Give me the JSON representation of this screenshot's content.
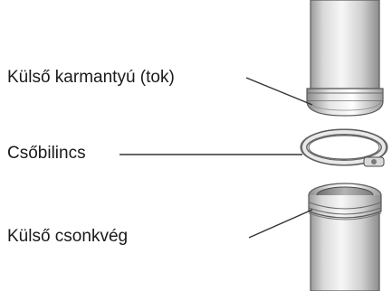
{
  "labels": [
    {
      "text": "Külső karmantyú (tok)"
    },
    {
      "text": "Csőbilincs"
    },
    {
      "text": "Külső csonkvég"
    }
  ],
  "parts": [
    {
      "id": "outer-sleeve",
      "icon": "pipe-sleeve-icon"
    },
    {
      "id": "pipe-clamp",
      "icon": "pipe-clamp-icon"
    },
    {
      "id": "outer-spigot-end",
      "icon": "pipe-spigot-icon"
    }
  ],
  "colors": {
    "text": "#1a1a1a",
    "leader_line": "#333333",
    "pipe_light": "#f2f2f2",
    "pipe_mid": "#c8c8c8",
    "pipe_dark": "#8a8a8a",
    "outline": "#5a5a5a"
  }
}
